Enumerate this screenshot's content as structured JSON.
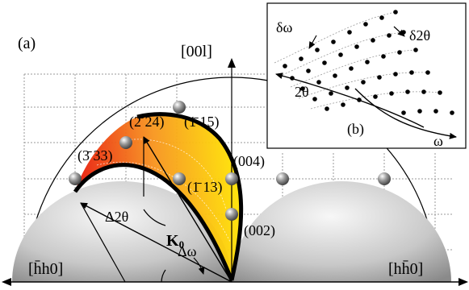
{
  "panel_a_label": "(a)",
  "panel_b_label": "(b)",
  "axis_vertical_label": "[00l]",
  "axis_left_label": "[h̄h0]",
  "axis_right_label": "[hh̄0]",
  "reflections": {
    "r224": "(2̄ 24)",
    "r115": "(1̄ 15)",
    "r333": "(3̄ 33)",
    "r004": "(004)",
    "r113": "(1̄ 13)",
    "r002": "(002)"
  },
  "delta_two_theta": "Δ2θ",
  "delta_omega": "Δω",
  "k0_main": "K",
  "k0_sub": "0",
  "inset": {
    "delta_omega": "δω",
    "delta_two_theta": "δ2θ",
    "two_theta": "2θ",
    "omega": "ω"
  },
  "colors": {
    "accessible_region_start": "#e8140a",
    "accessible_region_end": "#ffe600",
    "forbidden_region": "#c8c8c8",
    "grid": "#9a9a9a"
  }
}
